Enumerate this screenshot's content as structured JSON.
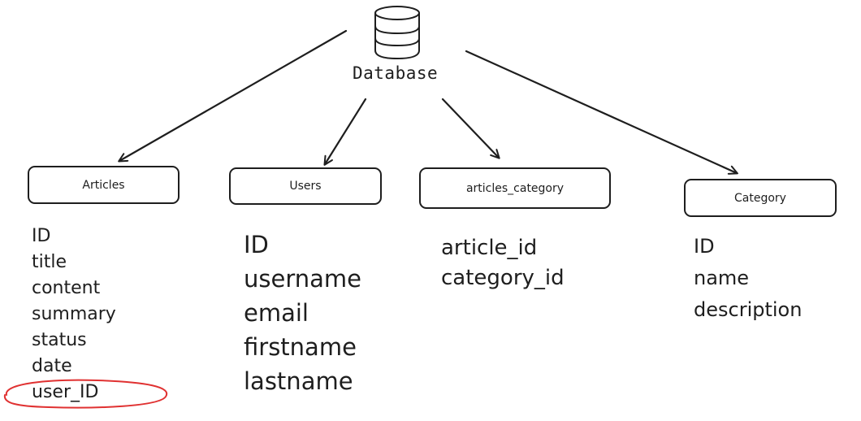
{
  "database": {
    "label": "Database",
    "icon": "database-icon"
  },
  "tables": {
    "articles": {
      "name": "Articles",
      "fields": [
        "ID",
        "title",
        "content",
        "summary",
        "status",
        "date",
        "user_ID"
      ]
    },
    "users": {
      "name": "Users",
      "fields": [
        "ID",
        "username",
        "email",
        "firstname",
        "lastname"
      ]
    },
    "articles_category": {
      "name": "articles_category",
      "fields": [
        "article_id",
        "category_id"
      ]
    },
    "category": {
      "name": "Category",
      "fields": [
        "ID",
        "name",
        "description"
      ]
    }
  },
  "highlighted_field": "user_ID",
  "colors": {
    "stroke": "#1e1e1e",
    "highlight": "#e03131",
    "background": "#ffffff"
  }
}
